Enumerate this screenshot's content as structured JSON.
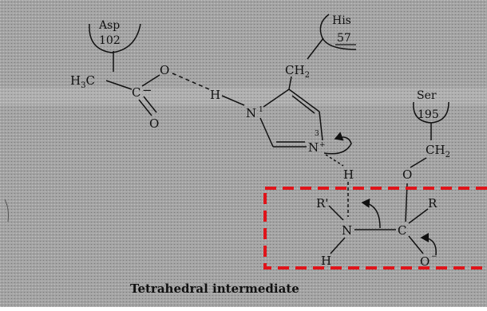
{
  "figure": {
    "caption": "Tetrahedral intermediate",
    "residues": {
      "asp": {
        "name": "Asp",
        "number": "102"
      },
      "his": {
        "name": "His",
        "number": "57"
      },
      "ser": {
        "name": "Ser",
        "number": "195"
      }
    },
    "atoms": {
      "h3c": "H3C",
      "c_carboxyl": "C",
      "c_charge": "−",
      "o_top": "O",
      "o_bottom": "O",
      "h_bridge": "H",
      "n1": "N",
      "n1_index": "1",
      "ch2_his": "CH2",
      "n3": "N",
      "n3_plus": "+",
      "n3_index": "3",
      "ch2_ser": "CH2",
      "o_ser": "O",
      "h_top": "H",
      "r_prime": "R'",
      "r": "R",
      "n_amide": "N",
      "c_tetra": "C",
      "h_bottom": "H",
      "o_minus": "O",
      "o_charge": "−"
    },
    "colors": {
      "background": "#9c9c9c",
      "ink": "#111111",
      "highlight_box": "#e0141a"
    }
  }
}
